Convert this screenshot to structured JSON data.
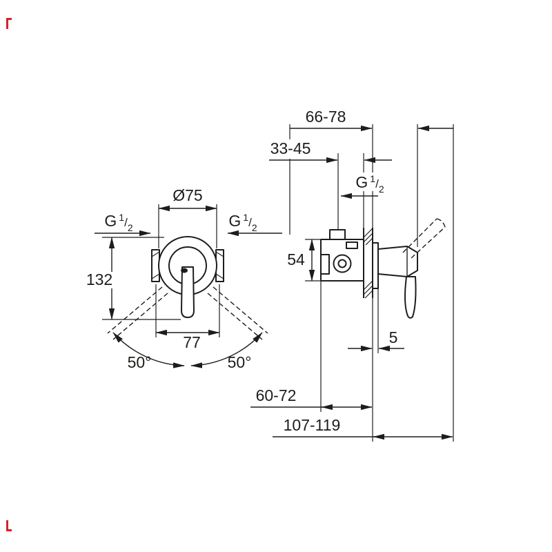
{
  "page": {
    "background": "#ffffff"
  },
  "drawing": {
    "line_color": "#1d1d1b",
    "mark_color": "#d2232a",
    "dimensions": {
      "depth_total": "66-78",
      "depth_rough": "33-45",
      "escutcheon_diameter": "Ø75",
      "height_overall": "132",
      "body_height": "54",
      "width_across_connections": "77",
      "swing_angle_left": "50°",
      "swing_angle_right": "50°",
      "escutcheon_gap": "5",
      "depth_min": "60-72",
      "projection_overall": "107-119"
    },
    "thread_label": {
      "base": "G",
      "numerator": "1",
      "slash": "/",
      "denominator": "2"
    }
  }
}
